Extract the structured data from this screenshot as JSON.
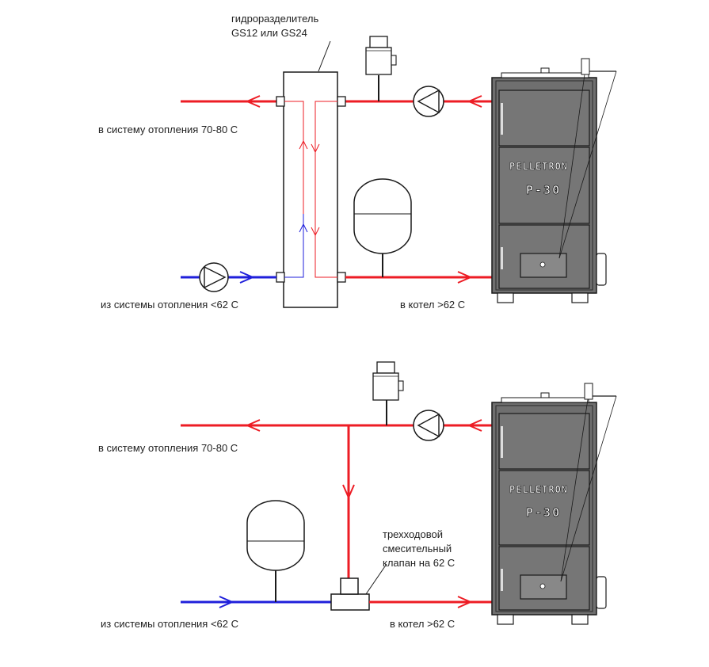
{
  "colors": {
    "hot": "#ed1c24",
    "cold": "#1f1fdb",
    "outline": "#1a1a1a",
    "boiler": "#6f6f6f"
  },
  "icons": [
    "pump-icon",
    "thermostat-sensor-icon",
    "expansion-tank-icon",
    "boiler-icon",
    "three-way-valve-icon",
    "flow-arrow-icon"
  ],
  "top_scheme": {
    "separator_label_line1": "гидроразделитель",
    "separator_label_line2": "GS12 или GS24",
    "to_heating_label": "в систему отопления 70-80 С",
    "from_heating_label": "из системы отопления <62 С",
    "to_boiler_label": "в котел >62 С",
    "boiler_brand": "PELLETRON",
    "boiler_model": "P-30"
  },
  "bottom_scheme": {
    "to_heating_label": "в систему отопления 70-80 С",
    "from_heating_label": "из системы отопления <62 С",
    "to_boiler_label": "в котел >62 С",
    "valve_label_line1": "трехходовой",
    "valve_label_line2": "смесительный",
    "valve_label_line3": "клапан на 62 С",
    "boiler_brand": "PELLETRON",
    "boiler_model": "P-30"
  }
}
